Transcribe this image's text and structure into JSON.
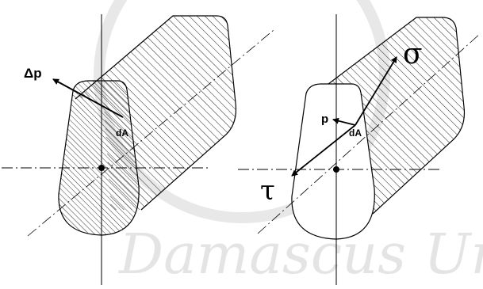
{
  "left_figure": {
    "label_force": "Δp",
    "label_area": "dA"
  },
  "right_figure": {
    "label_force": "p",
    "label_area": "dA",
    "label_normal": "σ",
    "label_shear": "τ"
  },
  "watermark": {
    "text": "Damascus Univ"
  },
  "colors": {
    "line": "#000000",
    "hatch": "#222222",
    "watermark": "#cfcfcf",
    "background": "#ffffff"
  }
}
